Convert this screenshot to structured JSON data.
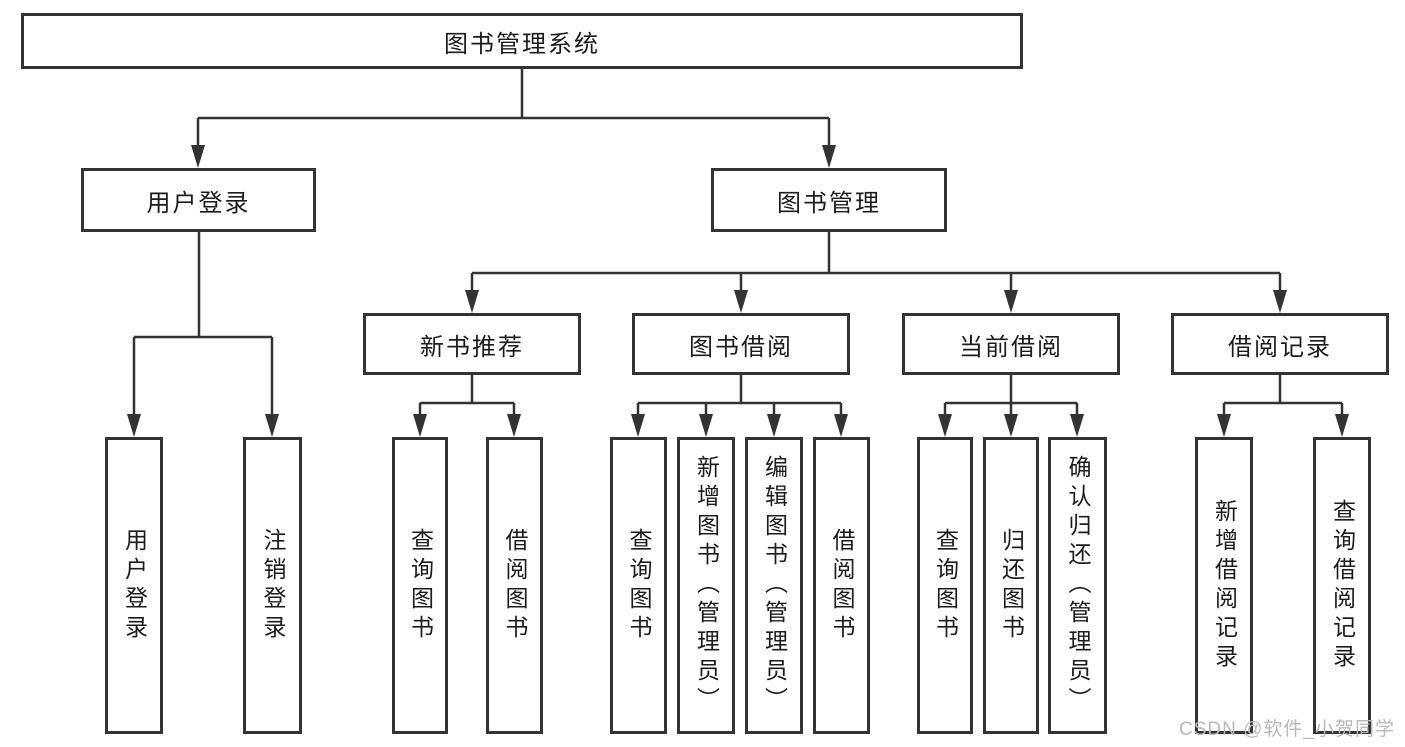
{
  "diagram": {
    "root": {
      "label": "图书管理系统"
    },
    "children": [
      {
        "label": "用户登录",
        "children": [
          {
            "label": "用户登录"
          },
          {
            "label": "注销登录"
          }
        ]
      },
      {
        "label": "图书管理",
        "children": [
          {
            "label": "新书推荐",
            "children": [
              {
                "label": "查询图书"
              },
              {
                "label": "借阅图书"
              }
            ]
          },
          {
            "label": "图书借阅",
            "children": [
              {
                "label": "查询图书"
              },
              {
                "label": "新增图书（管理员）"
              },
              {
                "label": "编辑图书（管理员）"
              },
              {
                "label": "借阅图书"
              }
            ]
          },
          {
            "label": "当前借阅",
            "children": [
              {
                "label": "查询图书"
              },
              {
                "label": "归还图书"
              },
              {
                "label": "确认归还（管理员）"
              }
            ]
          },
          {
            "label": "借阅记录",
            "children": [
              {
                "label": "新增借阅记录"
              },
              {
                "label": "查询借阅记录"
              }
            ]
          }
        ]
      }
    ]
  },
  "watermark": {
    "text": "CSDN @软件_小贺同学"
  },
  "colors": {
    "line": "#333333",
    "text": "#1c1c1c",
    "watermark_gray": "#b8b8b8",
    "background": "#ffffff"
  }
}
